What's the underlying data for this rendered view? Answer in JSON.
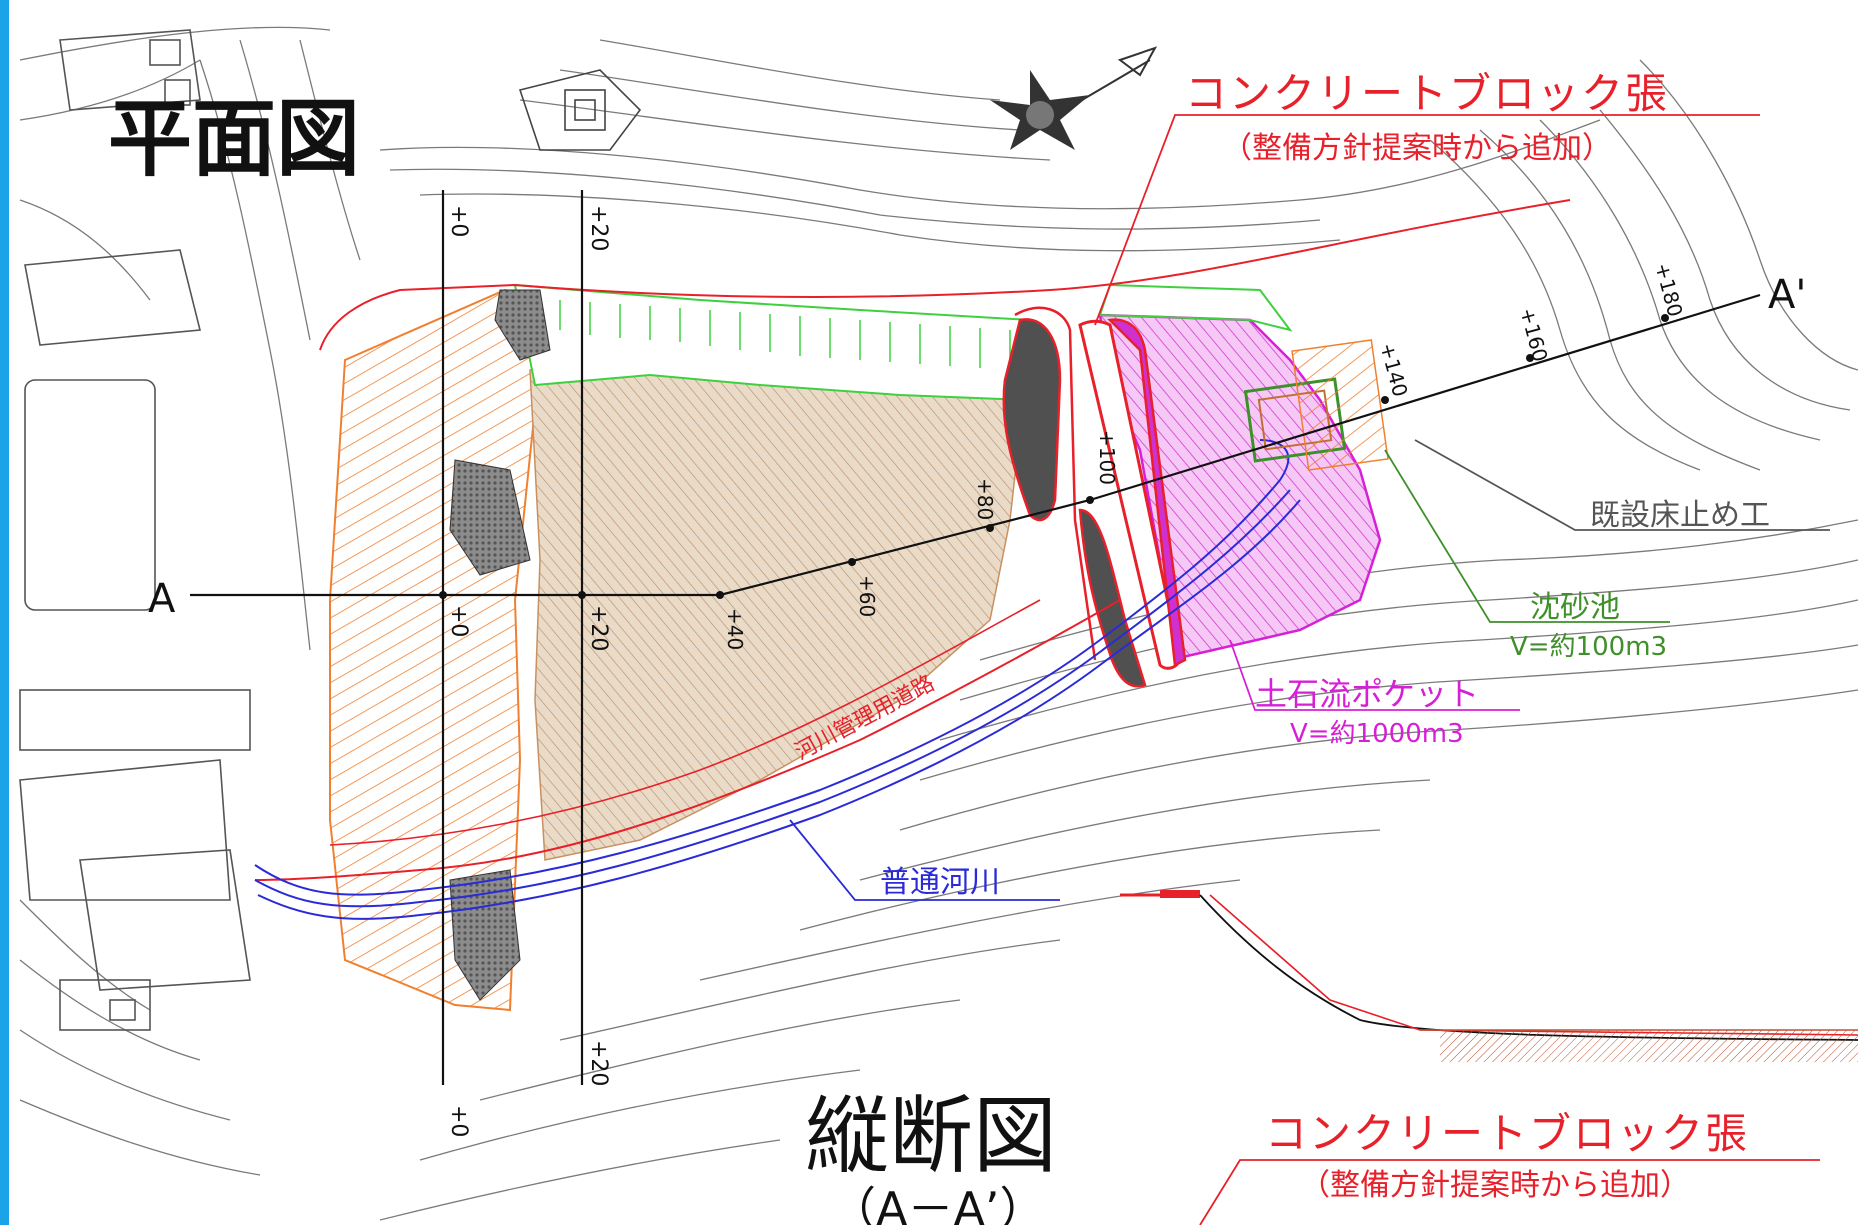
{
  "titles": {
    "plan": "平面図",
    "profile": "縦断図",
    "profile_section": "（A－A’）"
  },
  "labels": {
    "concrete_block_1": "コンクリートブロック張",
    "concrete_block_1_sub": "（整備方針提案時から追加）",
    "concrete_block_2": "コンクリートブロック張",
    "concrete_block_2_sub": "（整備方針提案時から追加）",
    "existing_bed_stop": "既設床止め工",
    "sand_basin": "沈砂池",
    "sand_basin_volume": "V=約100m3",
    "debris_pocket": "土石流ポケット",
    "debris_pocket_volume": "V=約1000m3",
    "ordinary_river": "普通河川",
    "management_road": "河川管理用道路"
  },
  "section_marks": {
    "start": "A",
    "end": "A'"
  },
  "stations": {
    "s0_top": "+0",
    "s20_top": "+20",
    "s0_mid": "+0",
    "s20_mid": "+20",
    "s0_bottom": "+0",
    "s20_bottom": "+20",
    "s40": "+40",
    "s60": "+60",
    "s80": "+80",
    "s100": "+100",
    "s140": "+140",
    "s160": "+160",
    "s180": "+180"
  },
  "colors": {
    "annotation_red": "#e8202a",
    "annotation_magenta": "#d620d6",
    "annotation_green": "#3f8f2a",
    "annotation_blue": "#2a2ad8",
    "left_bar": "#1aa3e8"
  }
}
